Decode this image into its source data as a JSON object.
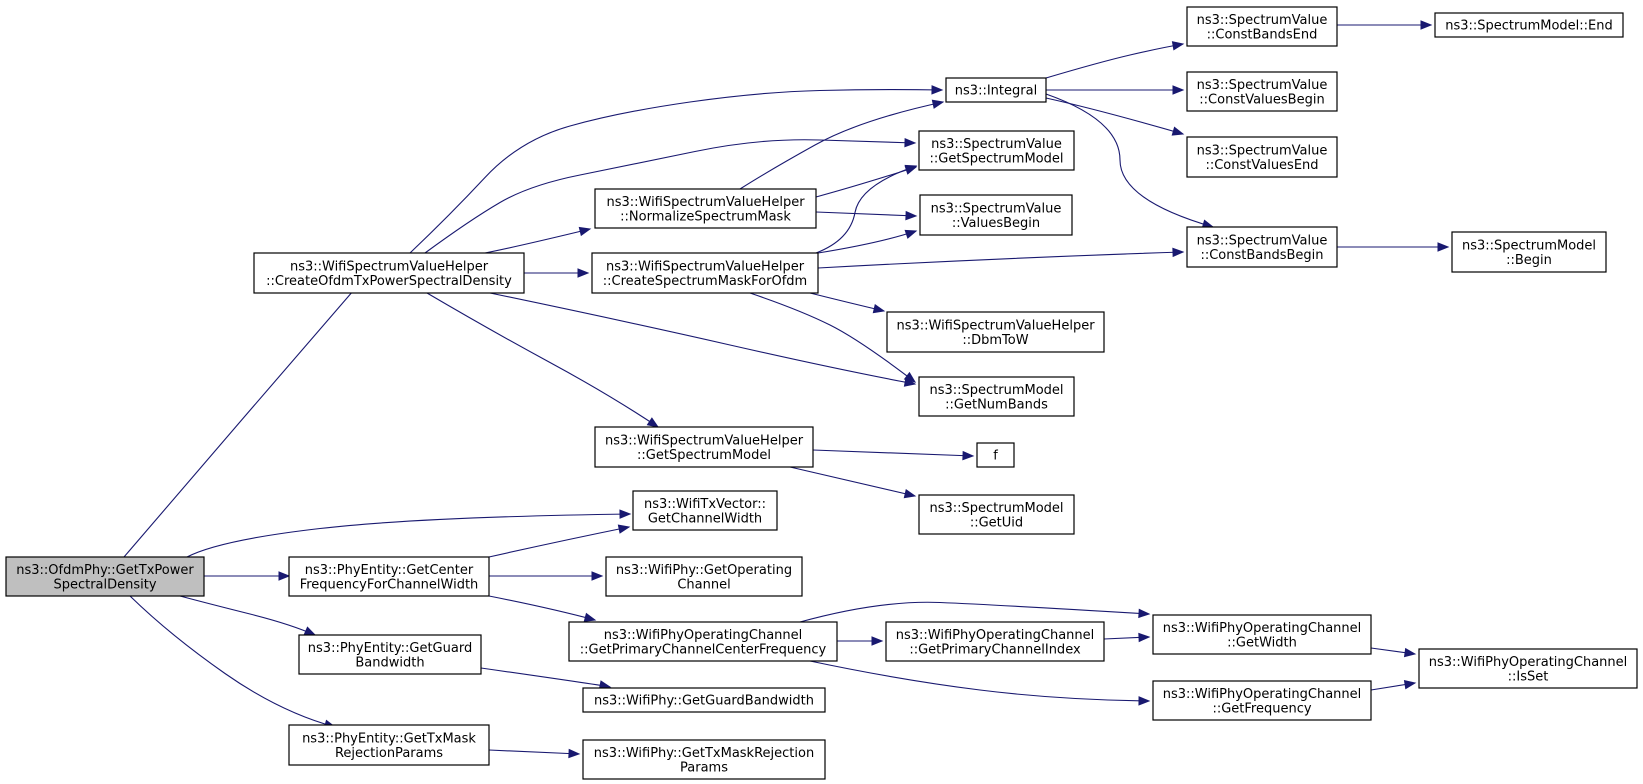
{
  "graph": {
    "nodes": [
      {
        "id": "root",
        "lines": [
          "ns3::OfdmPhy::GetTxPower",
          "SpectralDensity"
        ],
        "highlighted": true
      },
      {
        "id": "createOfdm",
        "lines": [
          "ns3::WifiSpectrumValueHelper",
          "::CreateOfdmTxPowerSpectralDensity"
        ]
      },
      {
        "id": "getChanWidth",
        "lines": [
          "ns3::WifiTxVector::",
          "GetChannelWidth"
        ]
      },
      {
        "id": "getCenterFreq",
        "lines": [
          "ns3::PhyEntity::GetCenter",
          "FrequencyForChannelWidth"
        ]
      },
      {
        "id": "getGuardBw",
        "lines": [
          "ns3::PhyEntity::GetGuard",
          "Bandwidth"
        ]
      },
      {
        "id": "getTxMask",
        "lines": [
          "ns3::PhyEntity::GetTxMask",
          "RejectionParams"
        ]
      },
      {
        "id": "integral",
        "lines": [
          "ns3::Integral"
        ]
      },
      {
        "id": "svGetSpecModel",
        "lines": [
          "ns3::SpectrumValue",
          "::GetSpectrumModel"
        ]
      },
      {
        "id": "normalize",
        "lines": [
          "ns3::WifiSpectrumValueHelper",
          "::NormalizeSpectrumMask"
        ]
      },
      {
        "id": "createMask",
        "lines": [
          "ns3::WifiSpectrumValueHelper",
          "::CreateSpectrumMaskForOfdm"
        ]
      },
      {
        "id": "valuesBegin",
        "lines": [
          "ns3::SpectrumValue",
          "::ValuesBegin"
        ]
      },
      {
        "id": "dbmToW",
        "lines": [
          "ns3::WifiSpectrumValueHelper",
          "::DbmToW"
        ]
      },
      {
        "id": "getNumBands",
        "lines": [
          "ns3::SpectrumModel",
          "::GetNumBands"
        ]
      },
      {
        "id": "wsvhGetSpecModel",
        "lines": [
          "ns3::WifiSpectrumValueHelper",
          "::GetSpectrumModel"
        ]
      },
      {
        "id": "f",
        "lines": [
          "f"
        ]
      },
      {
        "id": "getUid",
        "lines": [
          "ns3::SpectrumModel",
          "::GetUid"
        ]
      },
      {
        "id": "constBandsEnd",
        "lines": [
          "ns3::SpectrumValue",
          "::ConstBandsEnd"
        ]
      },
      {
        "id": "smEnd",
        "lines": [
          "ns3::SpectrumModel::End"
        ]
      },
      {
        "id": "constValuesBegin",
        "lines": [
          "ns3::SpectrumValue",
          "::ConstValuesBegin"
        ]
      },
      {
        "id": "constValuesEnd",
        "lines": [
          "ns3::SpectrumValue",
          "::ConstValuesEnd"
        ]
      },
      {
        "id": "constBandsBegin",
        "lines": [
          "ns3::SpectrumValue",
          "::ConstBandsBegin"
        ]
      },
      {
        "id": "smBegin",
        "lines": [
          "ns3::SpectrumModel",
          "::Begin"
        ]
      },
      {
        "id": "getOperatingChannel",
        "lines": [
          "ns3::WifiPhy::GetOperating",
          "Channel"
        ]
      },
      {
        "id": "primCenterFreq",
        "lines": [
          "ns3::WifiPhyOperatingChannel",
          "::GetPrimaryChannelCenterFrequency"
        ]
      },
      {
        "id": "primChanIndex",
        "lines": [
          "ns3::WifiPhyOperatingChannel",
          "::GetPrimaryChannelIndex"
        ]
      },
      {
        "id": "getWidth",
        "lines": [
          "ns3::WifiPhyOperatingChannel",
          "::GetWidth"
        ]
      },
      {
        "id": "isSet",
        "lines": [
          "ns3::WifiPhyOperatingChannel",
          "::IsSet"
        ]
      },
      {
        "id": "getFrequency",
        "lines": [
          "ns3::WifiPhyOperatingChannel",
          "::GetFrequency"
        ]
      },
      {
        "id": "wpGetGuardBw",
        "lines": [
          "ns3::WifiPhy::GetGuardBandwidth"
        ]
      },
      {
        "id": "wpGetTxMask",
        "lines": [
          "ns3::WifiPhy::GetTxMaskRejection",
          "Params"
        ]
      }
    ],
    "edges": [
      [
        "root",
        "createOfdm"
      ],
      [
        "root",
        "getChanWidth"
      ],
      [
        "root",
        "getCenterFreq"
      ],
      [
        "root",
        "getGuardBw"
      ],
      [
        "root",
        "getTxMask"
      ],
      [
        "createOfdm",
        "integral"
      ],
      [
        "createOfdm",
        "svGetSpecModel"
      ],
      [
        "createOfdm",
        "normalize"
      ],
      [
        "createOfdm",
        "createMask"
      ],
      [
        "createOfdm",
        "getNumBands"
      ],
      [
        "createOfdm",
        "wsvhGetSpecModel"
      ],
      [
        "normalize",
        "integral"
      ],
      [
        "normalize",
        "svGetSpecModel"
      ],
      [
        "normalize",
        "valuesBegin"
      ],
      [
        "createMask",
        "svGetSpecModel"
      ],
      [
        "createMask",
        "valuesBegin"
      ],
      [
        "createMask",
        "constBandsBegin"
      ],
      [
        "createMask",
        "dbmToW"
      ],
      [
        "createMask",
        "getNumBands"
      ],
      [
        "integral",
        "constBandsEnd"
      ],
      [
        "integral",
        "constValuesBegin"
      ],
      [
        "integral",
        "constValuesEnd"
      ],
      [
        "integral",
        "constBandsBegin"
      ],
      [
        "constBandsEnd",
        "smEnd"
      ],
      [
        "constBandsBegin",
        "smBegin"
      ],
      [
        "wsvhGetSpecModel",
        "f"
      ],
      [
        "wsvhGetSpecModel",
        "getUid"
      ],
      [
        "getCenterFreq",
        "getChanWidth"
      ],
      [
        "getCenterFreq",
        "getOperatingChannel"
      ],
      [
        "getCenterFreq",
        "primCenterFreq"
      ],
      [
        "primCenterFreq",
        "getWidth"
      ],
      [
        "primCenterFreq",
        "primChanIndex"
      ],
      [
        "primCenterFreq",
        "getFrequency"
      ],
      [
        "primChanIndex",
        "getWidth"
      ],
      [
        "getWidth",
        "isSet"
      ],
      [
        "getFrequency",
        "isSet"
      ],
      [
        "getGuardBw",
        "wpGetGuardBw"
      ],
      [
        "getTxMask",
        "wpGetTxMask"
      ]
    ]
  }
}
